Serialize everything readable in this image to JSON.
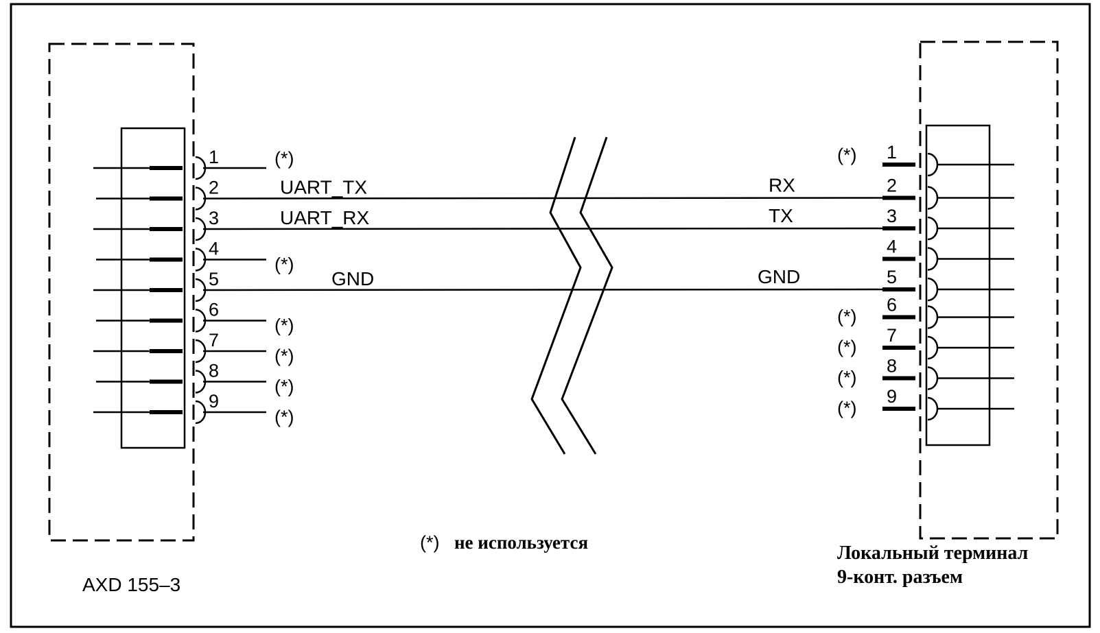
{
  "left_connector": {
    "label": "AXD 155–3",
    "pins": [
      {
        "num": "1",
        "note": "(*)",
        "signal": ""
      },
      {
        "num": "2",
        "note": "",
        "signal": "UART_TX"
      },
      {
        "num": "3",
        "note": "",
        "signal": "UART_RX"
      },
      {
        "num": "4",
        "note": "(*)",
        "signal": ""
      },
      {
        "num": "5",
        "note": "",
        "signal": "GND"
      },
      {
        "num": "6",
        "note": "(*)",
        "signal": ""
      },
      {
        "num": "7",
        "note": "(*)",
        "signal": ""
      },
      {
        "num": "8",
        "note": "(*)",
        "signal": ""
      },
      {
        "num": "9",
        "note": "(*)",
        "signal": ""
      }
    ]
  },
  "right_connector": {
    "label_line1": "Локальный терминал",
    "label_line2": "9-конт. разъем",
    "pins": [
      {
        "num": "1",
        "note": "(*)",
        "signal": ""
      },
      {
        "num": "2",
        "note": "",
        "signal": "RX"
      },
      {
        "num": "3",
        "note": "",
        "signal": "TX"
      },
      {
        "num": "4",
        "note": "",
        "signal": ""
      },
      {
        "num": "5",
        "note": "",
        "signal": "GND"
      },
      {
        "num": "6",
        "note": "(*)",
        "signal": ""
      },
      {
        "num": "7",
        "note": "(*)",
        "signal": ""
      },
      {
        "num": "8",
        "note": "(*)",
        "signal": ""
      },
      {
        "num": "9",
        "note": "(*)",
        "signal": ""
      }
    ]
  },
  "connections": [
    {
      "from_pin": "2",
      "to_pin": "2"
    },
    {
      "from_pin": "3",
      "to_pin": "3"
    },
    {
      "from_pin": "5",
      "to_pin": "5"
    }
  ],
  "legend": {
    "mark": "(*)",
    "text": "не используется"
  }
}
